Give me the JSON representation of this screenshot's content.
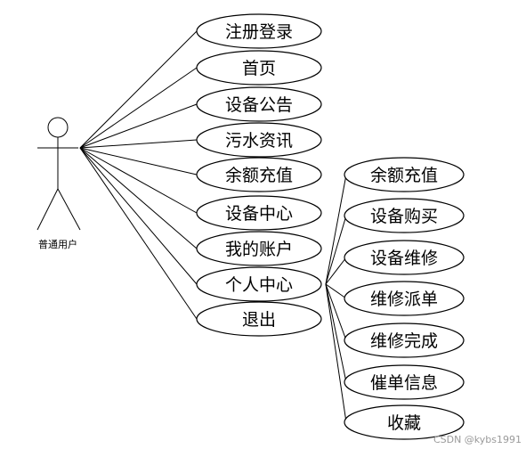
{
  "actor": {
    "label": "普通用户"
  },
  "main_use_cases": [
    {
      "id": "uc-register",
      "label": "注册登录"
    },
    {
      "id": "uc-home",
      "label": "首页"
    },
    {
      "id": "uc-notice",
      "label": "设备公告"
    },
    {
      "id": "uc-news",
      "label": "污水资讯"
    },
    {
      "id": "uc-recharge",
      "label": "余额充值"
    },
    {
      "id": "uc-device-center",
      "label": "设备中心"
    },
    {
      "id": "uc-my-account",
      "label": "我的账户"
    },
    {
      "id": "uc-personal-center",
      "label": "个人中心"
    },
    {
      "id": "uc-logout",
      "label": "退出"
    }
  ],
  "sub_use_cases": [
    {
      "id": "sub-recharge",
      "label": "余额充值"
    },
    {
      "id": "sub-purchase",
      "label": "设备购买"
    },
    {
      "id": "sub-repair",
      "label": "设备维修"
    },
    {
      "id": "sub-dispatch",
      "label": "维修派单"
    },
    {
      "id": "sub-complete",
      "label": "维修完成"
    },
    {
      "id": "sub-urge",
      "label": "催单信息"
    },
    {
      "id": "sub-favorite",
      "label": "收藏"
    }
  ],
  "watermark": "CSDN @kybs1991"
}
